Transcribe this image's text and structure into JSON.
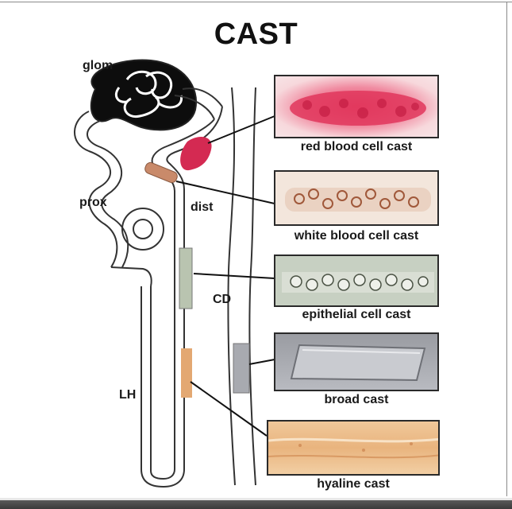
{
  "title": "CAST",
  "labels": {
    "glom": "glom",
    "prox": "prox",
    "dist": "dist",
    "cd": "CD",
    "lh": "LH"
  },
  "casts": [
    {
      "caption": "red blood cell cast",
      "color": "#d42a52"
    },
    {
      "caption": "white blood cell cast",
      "color": "#b0684a"
    },
    {
      "caption": "epithelial cell cast",
      "color": "#7a8670"
    },
    {
      "caption": "broad cast",
      "color": "#9c9ea4"
    },
    {
      "caption": "hyaline cast",
      "color": "#e3a872"
    }
  ]
}
